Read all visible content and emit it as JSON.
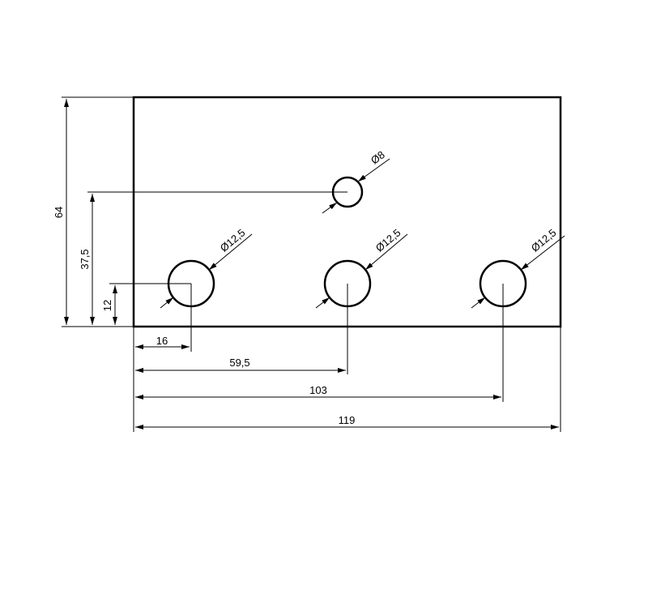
{
  "drawing": {
    "plate": {
      "width_label": "119",
      "height_label": "64"
    },
    "horizontal_dimensions": [
      {
        "id": "dim-16",
        "label": "16"
      },
      {
        "id": "dim-59-5",
        "label": "59,5"
      },
      {
        "id": "dim-103",
        "label": "103"
      },
      {
        "id": "dim-119",
        "label": "119"
      }
    ],
    "vertical_dimensions": [
      {
        "id": "dim-64",
        "label": "64"
      },
      {
        "id": "dim-37-5",
        "label": "37,5"
      },
      {
        "id": "dim-12",
        "label": "12"
      }
    ],
    "holes": [
      {
        "id": "hole-small",
        "diameter_label": "Ø8"
      },
      {
        "id": "hole-left",
        "diameter_label": "Ø12,5"
      },
      {
        "id": "hole-middle",
        "diameter_label": "Ø12,5"
      },
      {
        "id": "hole-right",
        "diameter_label": "Ø12,5"
      }
    ]
  }
}
